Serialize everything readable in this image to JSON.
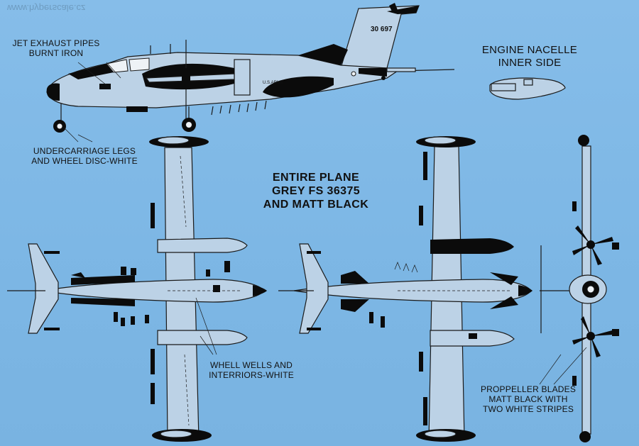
{
  "labels": {
    "exhaust": [
      "JET EXHAUST PIPES",
      "BURNT IRON"
    ],
    "undercarriage": [
      "UNDERCARRIAGE LEGS",
      "AND WHEEL DISC-WHITE"
    ],
    "entire_plane": [
      "ENTIRE PLANE",
      "GREY FS 36375",
      "AND MATT BLACK"
    ],
    "nacelle": [
      "ENGINE NACELLE",
      "INNER SIDE"
    ],
    "wheel_wells": [
      "WHELL WELLS AND",
      "INTERRIORS-WHITE"
    ],
    "propeller": [
      "PROPPELLER BLADES",
      "MATT BLACK WITH",
      "TWO WHITE STRIPES"
    ]
  },
  "markings": {
    "tail_number": "30 697",
    "fuselage": "U.S.ARMY"
  },
  "watermark": "www.hyperscale.cz",
  "colors": {
    "background": "#7fb9e6",
    "aircraft_grey": "#b9cfe4",
    "black": "#0a0a0a",
    "outline": "#1a1a1a"
  }
}
